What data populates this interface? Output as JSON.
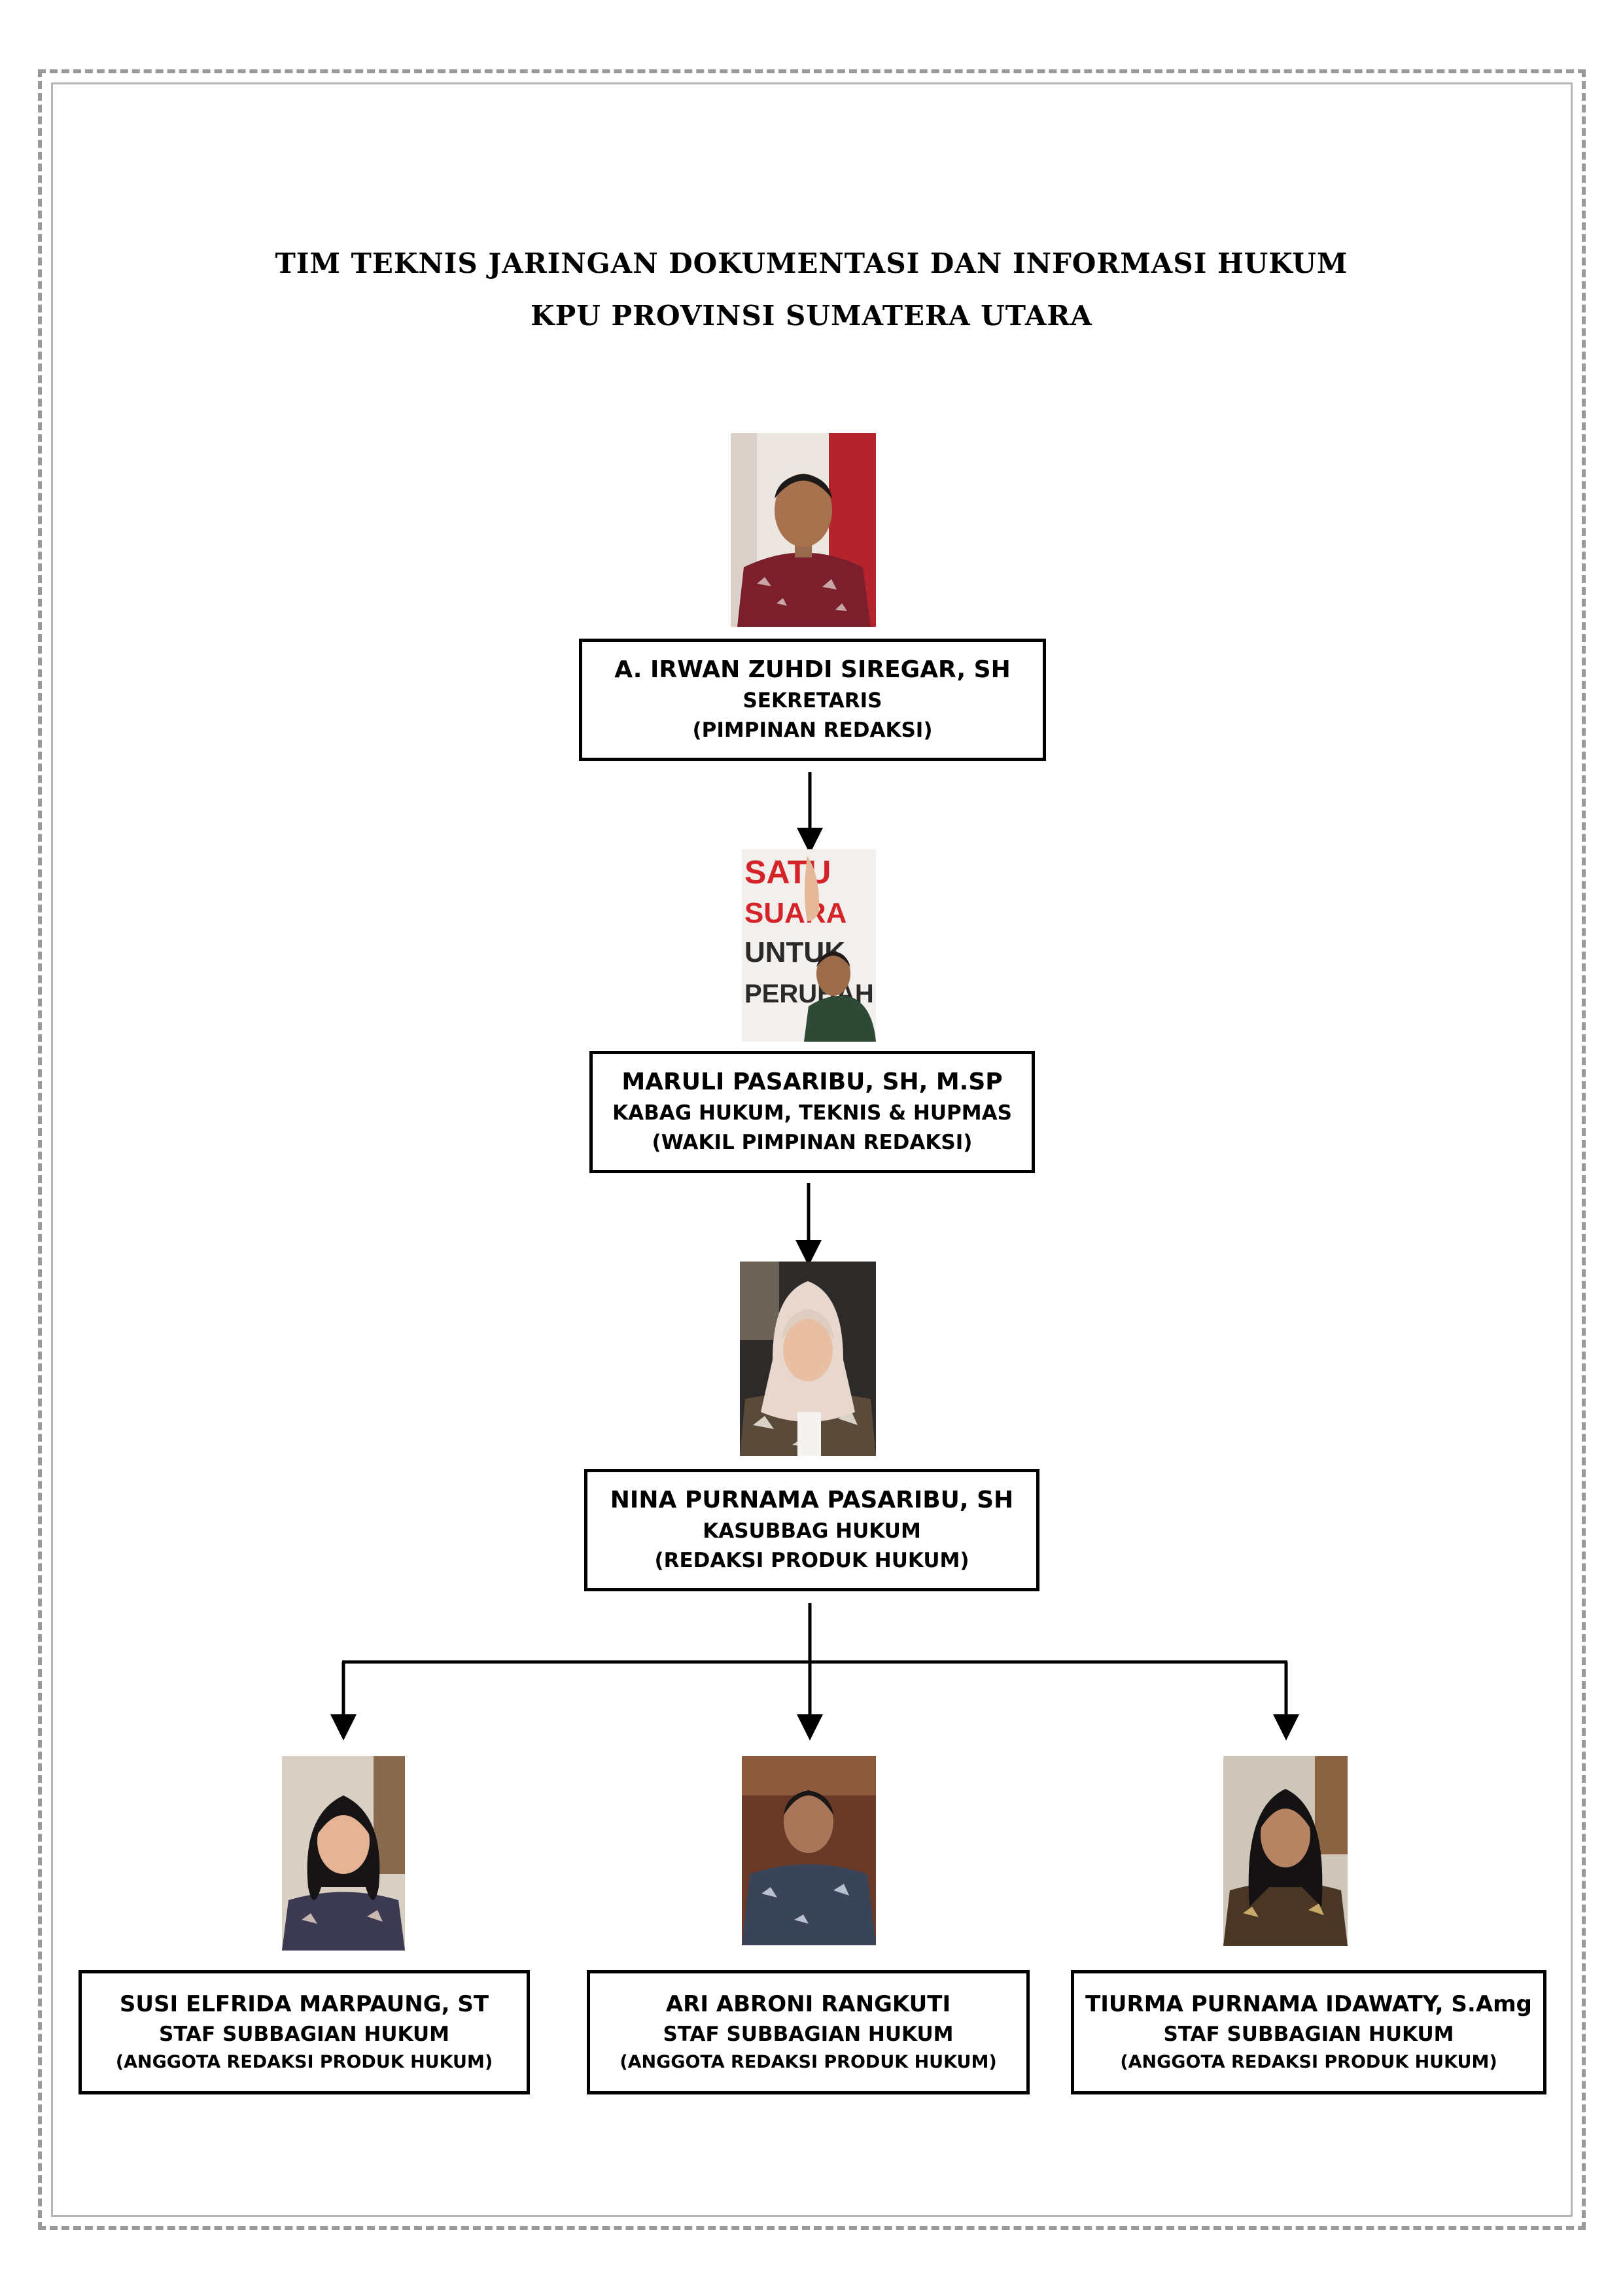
{
  "header": {
    "title_line1": "TIM TEKNIS JARINGAN DOKUMENTASI DAN INFORMASI HUKUM",
    "title_line2": "KPU PROVINSI SUMATERA UTARA"
  },
  "org": {
    "level1": {
      "name": "A. IRWAN ZUHDI SIREGAR, SH",
      "role": "SEKRETARIS",
      "duty": "(PIMPINAN REDAKSI)"
    },
    "level2": {
      "name": "MARULI PASARIBU, SH, M.SP",
      "role": "KABAG HUKUM, TEKNIS & HUPMAS",
      "duty": "(WAKIL PIMPINAN REDAKSI)",
      "photo_banner": [
        "SATU",
        "SUARA",
        "UNTUK",
        "PERUBAH"
      ]
    },
    "level3": {
      "name": "NINA PURNAMA PASARIBU, SH",
      "role": "KASUBBAG HUKUM",
      "duty": "(REDAKSI PRODUK HUKUM)"
    },
    "staff": [
      {
        "name": "SUSI ELFRIDA MARPAUNG, ST",
        "role": "STAF SUBBAGIAN HUKUM",
        "duty": "(ANGGOTA REDAKSI PRODUK HUKUM)"
      },
      {
        "name": "ARI ABRONI RANGKUTI",
        "role": "STAF SUBBAGIAN HUKUM",
        "duty": "(ANGGOTA REDAKSI PRODUK HUKUM)"
      },
      {
        "name": "TIURMA PURNAMA IDAWATY, S.Amg",
        "role": "STAF SUBBAGIAN HUKUM",
        "duty": "(ANGGOTA REDAKSI PRODUK HUKUM)"
      }
    ]
  },
  "colors": {
    "line": "#000000",
    "border": "#9a9a9a",
    "banner_red": "#d4242a"
  }
}
